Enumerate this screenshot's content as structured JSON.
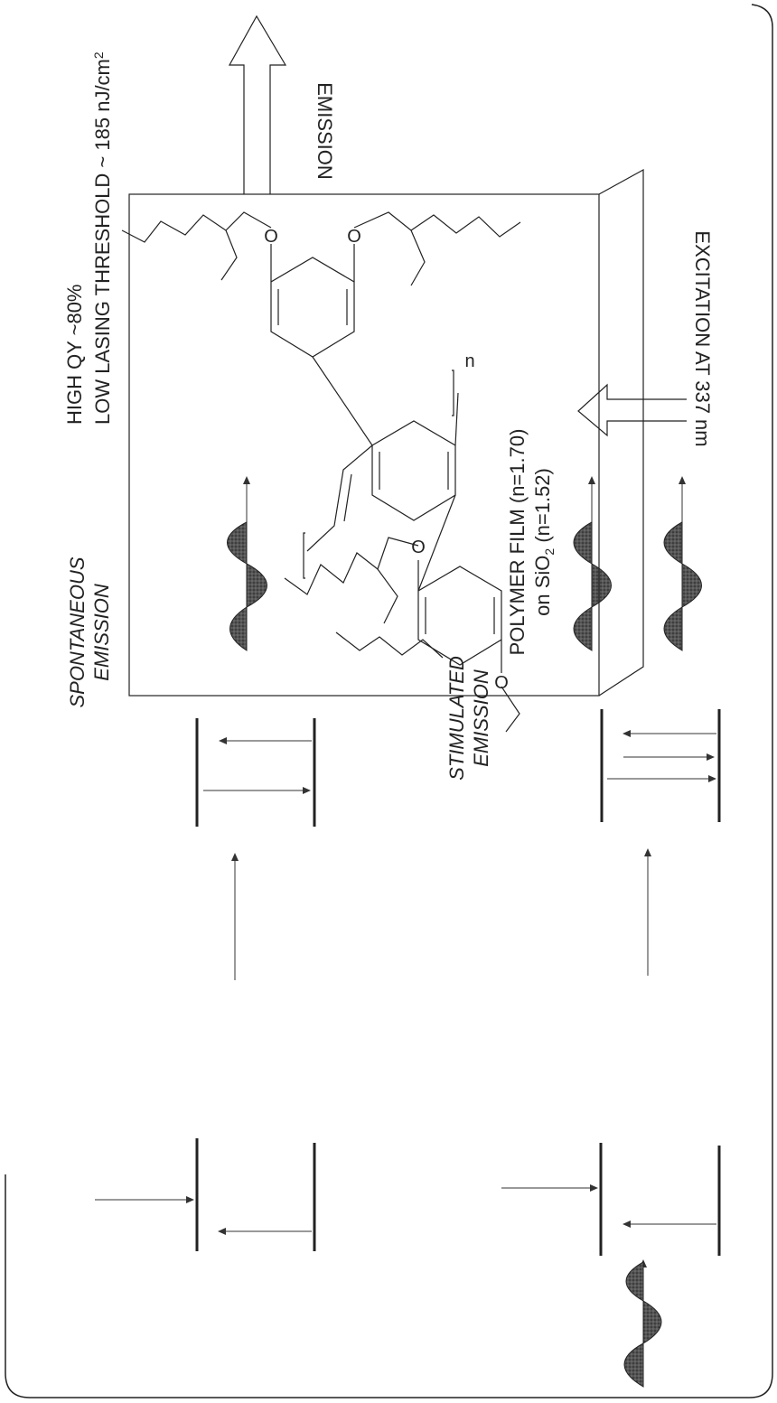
{
  "colors": {
    "ink": "#222222",
    "fill": "#333333"
  },
  "spontaneous": {
    "title_line1": "SPONTANEOUS",
    "title_line2": "EMISSION"
  },
  "stimulated": {
    "title_line1": "STIMULATED",
    "title_line2": "EMISSION"
  },
  "polymer": {
    "qy_text": "HIGH QY ~80%",
    "threshold_text": "LOW LASING THRESHOLD ~ 185 nJ/cm",
    "threshold_sup": "2",
    "emission_label": "EMISSION",
    "excitation_label": "EXCITATION AT 337 nm",
    "film_line1": "POLYMER FILM (n=1.70)",
    "film_line2_pre": "on SiO",
    "film_line2_sub": "2",
    "film_line2_post": " (n=1.52)"
  },
  "chemistry": {
    "oxygen": "O",
    "repeat_n": "n"
  }
}
